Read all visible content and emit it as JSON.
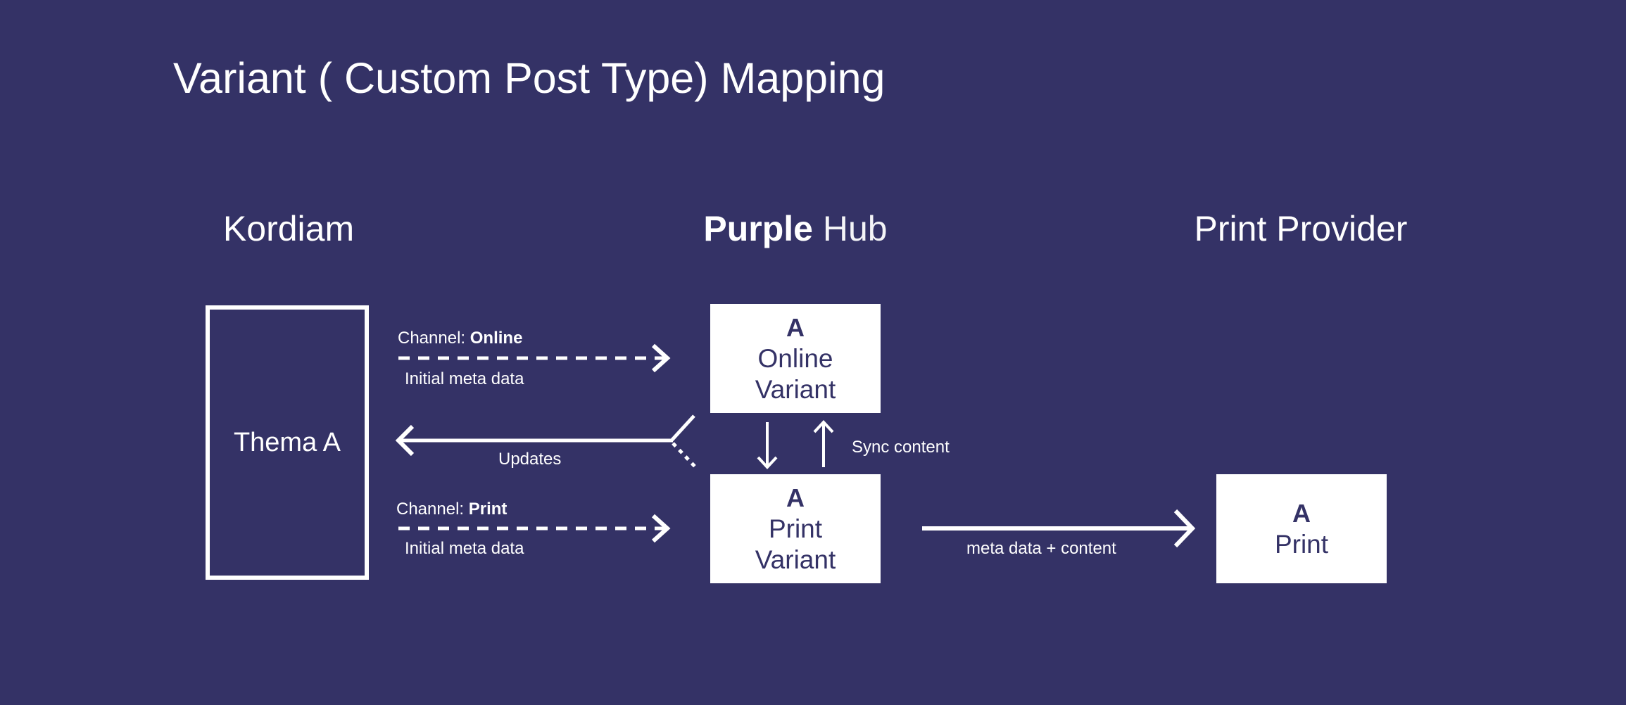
{
  "title": "Variant ( Custom Post Type) Mapping",
  "columns": {
    "kordiam": "Kordiam",
    "hub_bold": "Purple",
    "hub_light": " Hub",
    "print_provider": "Print Provider"
  },
  "kordiam_box": {
    "label": "Thema A"
  },
  "online_variant": {
    "letter": "A",
    "line1": "Online",
    "line2": "Variant"
  },
  "print_variant": {
    "letter": "A",
    "line1": "Print",
    "line2": "Variant"
  },
  "print_output": {
    "letter": "A",
    "line1": "Print"
  },
  "edges": {
    "channel_online_prefix": "Channel: ",
    "channel_online_value": "Online",
    "initial_meta_online": "Initial meta data",
    "updates": "Updates",
    "channel_print_prefix": "Channel: ",
    "channel_print_value": "Print",
    "initial_meta_print": "Initial meta data",
    "sync_content": "Sync content",
    "meta_content": "meta data + content"
  },
  "colors": {
    "background": "#343266",
    "foreground": "#ffffff"
  }
}
